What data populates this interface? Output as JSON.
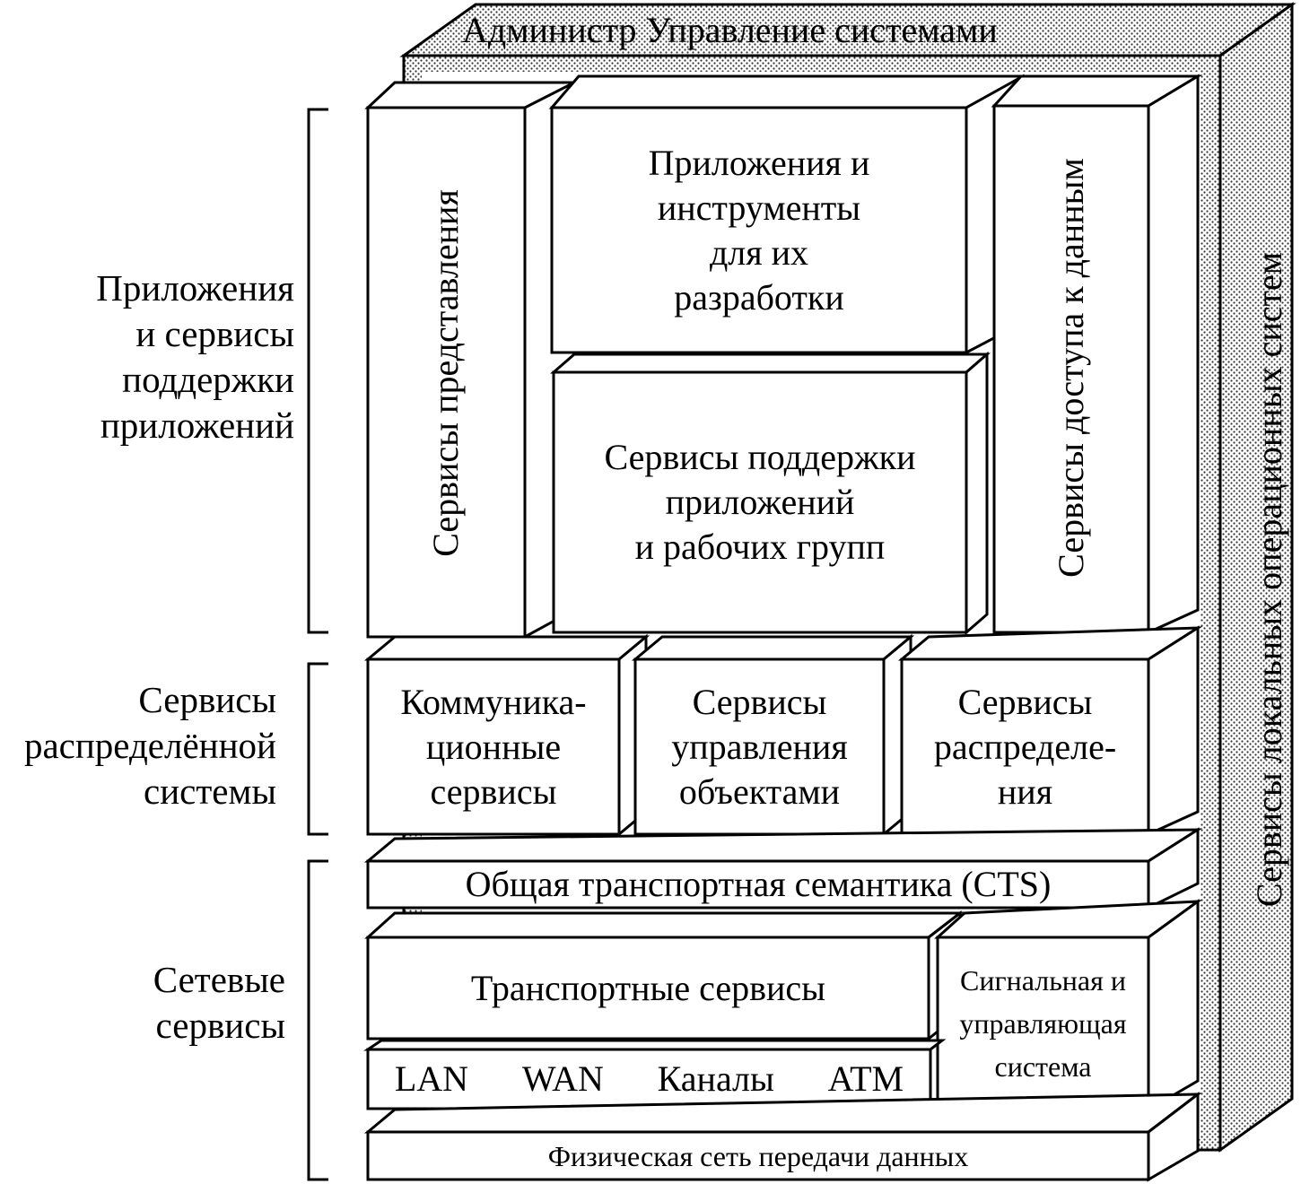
{
  "top_band": {
    "text": "Администр Управление системами"
  },
  "right_band": {
    "text": "Сервисы локальных операционных систем"
  },
  "group_labels": {
    "applications": [
      "Приложения",
      "и сервисы",
      "поддержки",
      "приложений"
    ],
    "distributed": [
      "Сервисы",
      "распределённой",
      "системы"
    ],
    "network": [
      "Сетевые",
      "сервисы"
    ]
  },
  "boxes": {
    "presentation": "Сервисы представления",
    "apps_tools": [
      "Приложения и",
      "инструменты",
      "для их",
      "разработки"
    ],
    "app_support": [
      "Сервисы поддержки",
      "приложений",
      "и рабочих групп"
    ],
    "data_access": "Сервисы доступа к данным",
    "communication": [
      "Коммуника-",
      "ционные",
      "сервисы"
    ],
    "object_mgmt": [
      "Сервисы",
      "управления",
      "объектами"
    ],
    "distribution": [
      "Сервисы",
      "распределе-",
      "ния"
    ],
    "cts": "Общая транспортная семантика (CTS)",
    "transport": "Транспортные сервисы",
    "signaling": [
      "Сигнальная и",
      "управляющая",
      "система"
    ],
    "networks": [
      "LAN",
      "WAN",
      "Каналы",
      "ATM"
    ],
    "physical": "Физическая сеть передачи данных"
  },
  "colors": {
    "line": "#000000",
    "fill": "#ffffff",
    "dots": "#555555"
  }
}
